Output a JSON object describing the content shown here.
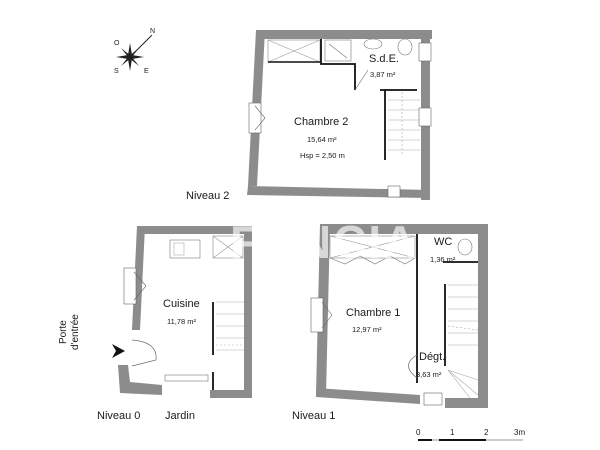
{
  "plan": {
    "watermark": "FONCIA",
    "compass": {
      "labels": {
        "north": "N",
        "south": "S",
        "east": "E",
        "west": "O"
      },
      "icon": "compass-rose-icon"
    },
    "levels": [
      {
        "id": "niveau-2",
        "label": "Niveau 2",
        "rooms": [
          {
            "name": "Chambre 2",
            "area": "15,64 m²",
            "height": "Hsp = 2,50 m"
          },
          {
            "name": "S.d.E.",
            "area": "3,87 m²"
          }
        ]
      },
      {
        "id": "niveau-0",
        "label": "Niveau 0",
        "outside_label": "Jardin",
        "entrance_label_line1": "Porte",
        "entrance_label_line2": "d'entrée",
        "rooms": [
          {
            "name": "Cuisine",
            "area": "11,78 m²"
          }
        ]
      },
      {
        "id": "niveau-1",
        "label": "Niveau 1",
        "rooms": [
          {
            "name": "Chambre 1",
            "area": "12,97 m²"
          },
          {
            "name": "WC",
            "area": "1,36 m²"
          },
          {
            "name": "Dégt.",
            "area": "3,63 m²"
          }
        ]
      }
    ],
    "scale_bar": {
      "ticks": [
        "0",
        "1",
        "2",
        "3m"
      ]
    },
    "colors": {
      "wall": "#8c8c8c",
      "wall_edge": "#555555",
      "partition": "#111111",
      "background": "#ffffff"
    }
  }
}
